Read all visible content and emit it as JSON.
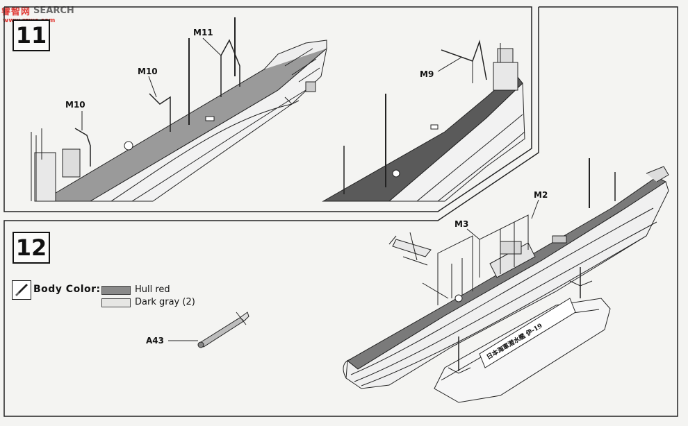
{
  "watermark": {
    "logo": "睿智网",
    "search": "SEARCH",
    "url": "www.rzwc.com"
  },
  "step11": {
    "number": "11",
    "labels": {
      "m11": "M11",
      "m10a": "M10",
      "m10b": "M10",
      "m9": "M9"
    }
  },
  "step12": {
    "number": "12",
    "labels": {
      "m3": "M3",
      "m2": "M2",
      "a43": "A43"
    },
    "base_plate": "日本海軍潜水艦 伊-19",
    "legend": {
      "title": "Body  Color:",
      "items": [
        {
          "name": "Hull red",
          "color": "#8a8a8a"
        },
        {
          "name": "Dark gray (2)",
          "color": "#e6e6e4"
        }
      ]
    }
  },
  "icons": {
    "paint": "paint-brush-icon"
  }
}
